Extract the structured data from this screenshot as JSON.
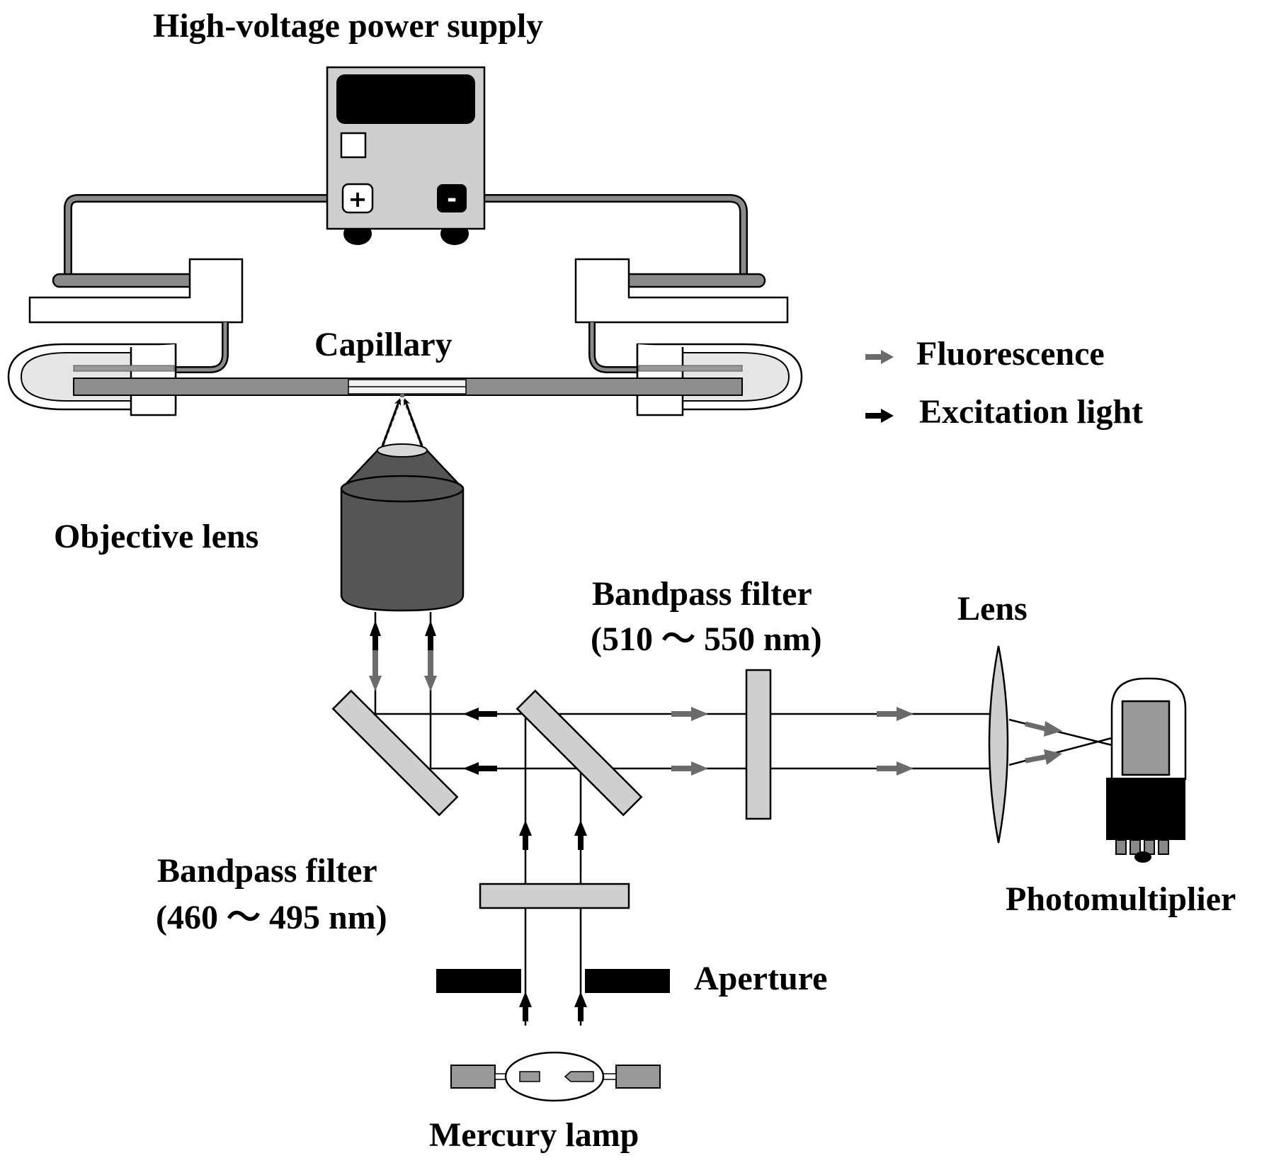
{
  "labels": {
    "power_supply": "High-voltage power supply",
    "capillary": "Capillary",
    "objective_lens": "Objective lens",
    "bandpass_top_name": "Bandpass filter",
    "bandpass_top_range": "(510 ～ 550 nm)",
    "lens": "Lens",
    "photomultiplier": "Photomultiplier",
    "bandpass_bottom_name": "Bandpass filter",
    "bandpass_bottom_range": "(460 ～ 495 nm)",
    "aperture": "Aperture",
    "mercury_lamp": "Mercury lamp"
  },
  "legend": [
    {
      "label": "Fluorescence",
      "color": "#6b6b6b"
    },
    {
      "label": "Excitation light",
      "color": "#000000"
    }
  ],
  "power_supply_terminals": {
    "positive": "+",
    "negative": "-"
  },
  "colors": {
    "device_gray": "#cfcfcf",
    "objective_dark": "#555555",
    "wire_gray": "#8a8a8a",
    "fluorescence_arrow": "#6b6b6b",
    "excitation_arrow": "#000000"
  },
  "icons": {
    "power_supply": "power-supply-icon",
    "objective": "objective-lens-icon",
    "photomultiplier": "photomultiplier-tube-icon",
    "lamp": "mercury-lamp-icon"
  }
}
